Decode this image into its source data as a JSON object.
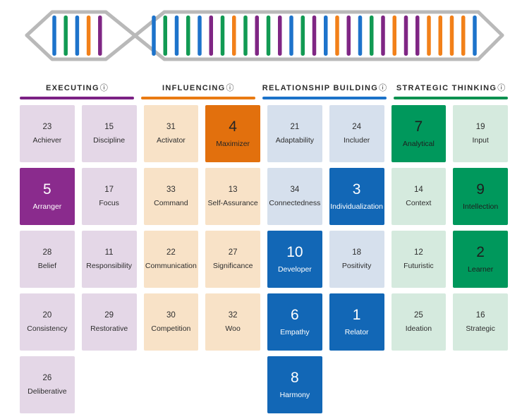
{
  "ui": {
    "info_icon": "ⓘ"
  },
  "dna": {
    "outline_color": "#b9b9b9",
    "bar_colors": {
      "blue": "#1d73cb",
      "green": "#119a53",
      "orange": "#f28019",
      "purple": "#7f2684"
    },
    "left_segment_bars": [
      "blue",
      "green",
      "blue",
      "orange",
      "purple"
    ],
    "right_segment_bars": [
      "blue",
      "green",
      "blue",
      "green",
      "blue",
      "purple",
      "green",
      "orange",
      "green",
      "purple",
      "green",
      "purple",
      "blue",
      "green",
      "purple",
      "blue",
      "orange",
      "purple",
      "blue",
      "green",
      "purple",
      "orange",
      "purple",
      "purple",
      "orange",
      "orange",
      "orange",
      "orange",
      "blue"
    ]
  },
  "domains": [
    {
      "key": "executing",
      "label": "EXECUTING",
      "solid": "#8a2b8d",
      "light": "#e4d7e7",
      "underline": "#7b2184",
      "solid_text": "#ffffff",
      "light_text": "#2e2e2e"
    },
    {
      "key": "influencing",
      "label": "INFLUENCING",
      "solid": "#e2700d",
      "light": "#f8e2c7",
      "underline": "#e97a12",
      "solid_text": "#262626",
      "light_text": "#2e2e2e"
    },
    {
      "key": "relationship-building",
      "label": "RELATIONSHIP BUILDING",
      "solid": "#1267b6",
      "light": "#d6e0ed",
      "underline": "#1b72c9",
      "solid_text": "#ffffff",
      "light_text": "#2e2e2e"
    },
    {
      "key": "strategic-thinking",
      "label": "STRATEGIC THINKING",
      "solid": "#00985c",
      "light": "#d5eade",
      "underline": "#0d9150",
      "solid_text": "#1e1e1e",
      "light_text": "#2e2e2e"
    }
  ],
  "grid": {
    "rows": [
      [
        {
          "rank": 23,
          "name": "Achiever",
          "domain": 0,
          "top10": false
        },
        {
          "rank": 15,
          "name": "Discipline",
          "domain": 0,
          "top10": false
        },
        {
          "rank": 31,
          "name": "Activator",
          "domain": 1,
          "top10": false
        },
        {
          "rank": 4,
          "name": "Maximizer",
          "domain": 1,
          "top10": true
        },
        {
          "rank": 21,
          "name": "Adaptability",
          "domain": 2,
          "top10": false
        },
        {
          "rank": 24,
          "name": "Includer",
          "domain": 2,
          "top10": false
        },
        {
          "rank": 7,
          "name": "Analytical",
          "domain": 3,
          "top10": true
        },
        {
          "rank": 19,
          "name": "Input",
          "domain": 3,
          "top10": false
        }
      ],
      [
        {
          "rank": 5,
          "name": "Arranger",
          "domain": 0,
          "top10": true
        },
        {
          "rank": 17,
          "name": "Focus",
          "domain": 0,
          "top10": false
        },
        {
          "rank": 33,
          "name": "Command",
          "domain": 1,
          "top10": false
        },
        {
          "rank": 13,
          "name": "Self-Assurance",
          "domain": 1,
          "top10": false
        },
        {
          "rank": 34,
          "name": "Connectedness",
          "domain": 2,
          "top10": false
        },
        {
          "rank": 3,
          "name": "Individualization",
          "domain": 2,
          "top10": true
        },
        {
          "rank": 14,
          "name": "Context",
          "domain": 3,
          "top10": false
        },
        {
          "rank": 9,
          "name": "Intellection",
          "domain": 3,
          "top10": true
        }
      ],
      [
        {
          "rank": 28,
          "name": "Belief",
          "domain": 0,
          "top10": false
        },
        {
          "rank": 11,
          "name": "Responsibility",
          "domain": 0,
          "top10": false
        },
        {
          "rank": 22,
          "name": "Communication",
          "domain": 1,
          "top10": false
        },
        {
          "rank": 27,
          "name": "Significance",
          "domain": 1,
          "top10": false
        },
        {
          "rank": 10,
          "name": "Developer",
          "domain": 2,
          "top10": true
        },
        {
          "rank": 18,
          "name": "Positivity",
          "domain": 2,
          "top10": false
        },
        {
          "rank": 12,
          "name": "Futuristic",
          "domain": 3,
          "top10": false
        },
        {
          "rank": 2,
          "name": "Learner",
          "domain": 3,
          "top10": true
        }
      ],
      [
        {
          "rank": 20,
          "name": "Consistency",
          "domain": 0,
          "top10": false
        },
        {
          "rank": 29,
          "name": "Restorative",
          "domain": 0,
          "top10": false
        },
        {
          "rank": 30,
          "name": "Competition",
          "domain": 1,
          "top10": false
        },
        {
          "rank": 32,
          "name": "Woo",
          "domain": 1,
          "top10": false
        },
        {
          "rank": 6,
          "name": "Empathy",
          "domain": 2,
          "top10": true
        },
        {
          "rank": 1,
          "name": "Relator",
          "domain": 2,
          "top10": true
        },
        {
          "rank": 25,
          "name": "Ideation",
          "domain": 3,
          "top10": false
        },
        {
          "rank": 16,
          "name": "Strategic",
          "domain": 3,
          "top10": false
        }
      ],
      [
        {
          "rank": 26,
          "name": "Deliberative",
          "domain": 0,
          "top10": false
        },
        null,
        null,
        null,
        {
          "rank": 8,
          "name": "Harmony",
          "domain": 2,
          "top10": true
        },
        null,
        null,
        null
      ]
    ]
  },
  "chart_data": {
    "type": "table",
    "title": "",
    "columns": [
      "EXECUTING",
      "INFLUENCING",
      "RELATIONSHIP BUILDING",
      "STRATEGIC THINKING"
    ],
    "legend_note": "ranks 1-10 shown as solid domain-colored tiles; ranks 11-34 shown as light tiles",
    "groups": [
      {
        "domain": "EXECUTING",
        "themes": [
          {
            "rank": 23,
            "theme": "Achiever"
          },
          {
            "rank": 15,
            "theme": "Discipline"
          },
          {
            "rank": 5,
            "theme": "Arranger"
          },
          {
            "rank": 17,
            "theme": "Focus"
          },
          {
            "rank": 28,
            "theme": "Belief"
          },
          {
            "rank": 11,
            "theme": "Responsibility"
          },
          {
            "rank": 20,
            "theme": "Consistency"
          },
          {
            "rank": 29,
            "theme": "Restorative"
          },
          {
            "rank": 26,
            "theme": "Deliberative"
          }
        ]
      },
      {
        "domain": "INFLUENCING",
        "themes": [
          {
            "rank": 31,
            "theme": "Activator"
          },
          {
            "rank": 4,
            "theme": "Maximizer"
          },
          {
            "rank": 33,
            "theme": "Command"
          },
          {
            "rank": 13,
            "theme": "Self-Assurance"
          },
          {
            "rank": 22,
            "theme": "Communication"
          },
          {
            "rank": 27,
            "theme": "Significance"
          },
          {
            "rank": 30,
            "theme": "Competition"
          },
          {
            "rank": 32,
            "theme": "Woo"
          }
        ]
      },
      {
        "domain": "RELATIONSHIP BUILDING",
        "themes": [
          {
            "rank": 21,
            "theme": "Adaptability"
          },
          {
            "rank": 24,
            "theme": "Includer"
          },
          {
            "rank": 34,
            "theme": "Connectedness"
          },
          {
            "rank": 3,
            "theme": "Individualization"
          },
          {
            "rank": 10,
            "theme": "Developer"
          },
          {
            "rank": 18,
            "theme": "Positivity"
          },
          {
            "rank": 6,
            "theme": "Empathy"
          },
          {
            "rank": 1,
            "theme": "Relator"
          },
          {
            "rank": 8,
            "theme": "Harmony"
          }
        ]
      },
      {
        "domain": "STRATEGIC THINKING",
        "themes": [
          {
            "rank": 7,
            "theme": "Analytical"
          },
          {
            "rank": 19,
            "theme": "Input"
          },
          {
            "rank": 14,
            "theme": "Context"
          },
          {
            "rank": 9,
            "theme": "Intellection"
          },
          {
            "rank": 12,
            "theme": "Futuristic"
          },
          {
            "rank": 2,
            "theme": "Learner"
          },
          {
            "rank": 25,
            "theme": "Ideation"
          },
          {
            "rank": 16,
            "theme": "Strategic"
          }
        ]
      }
    ]
  }
}
